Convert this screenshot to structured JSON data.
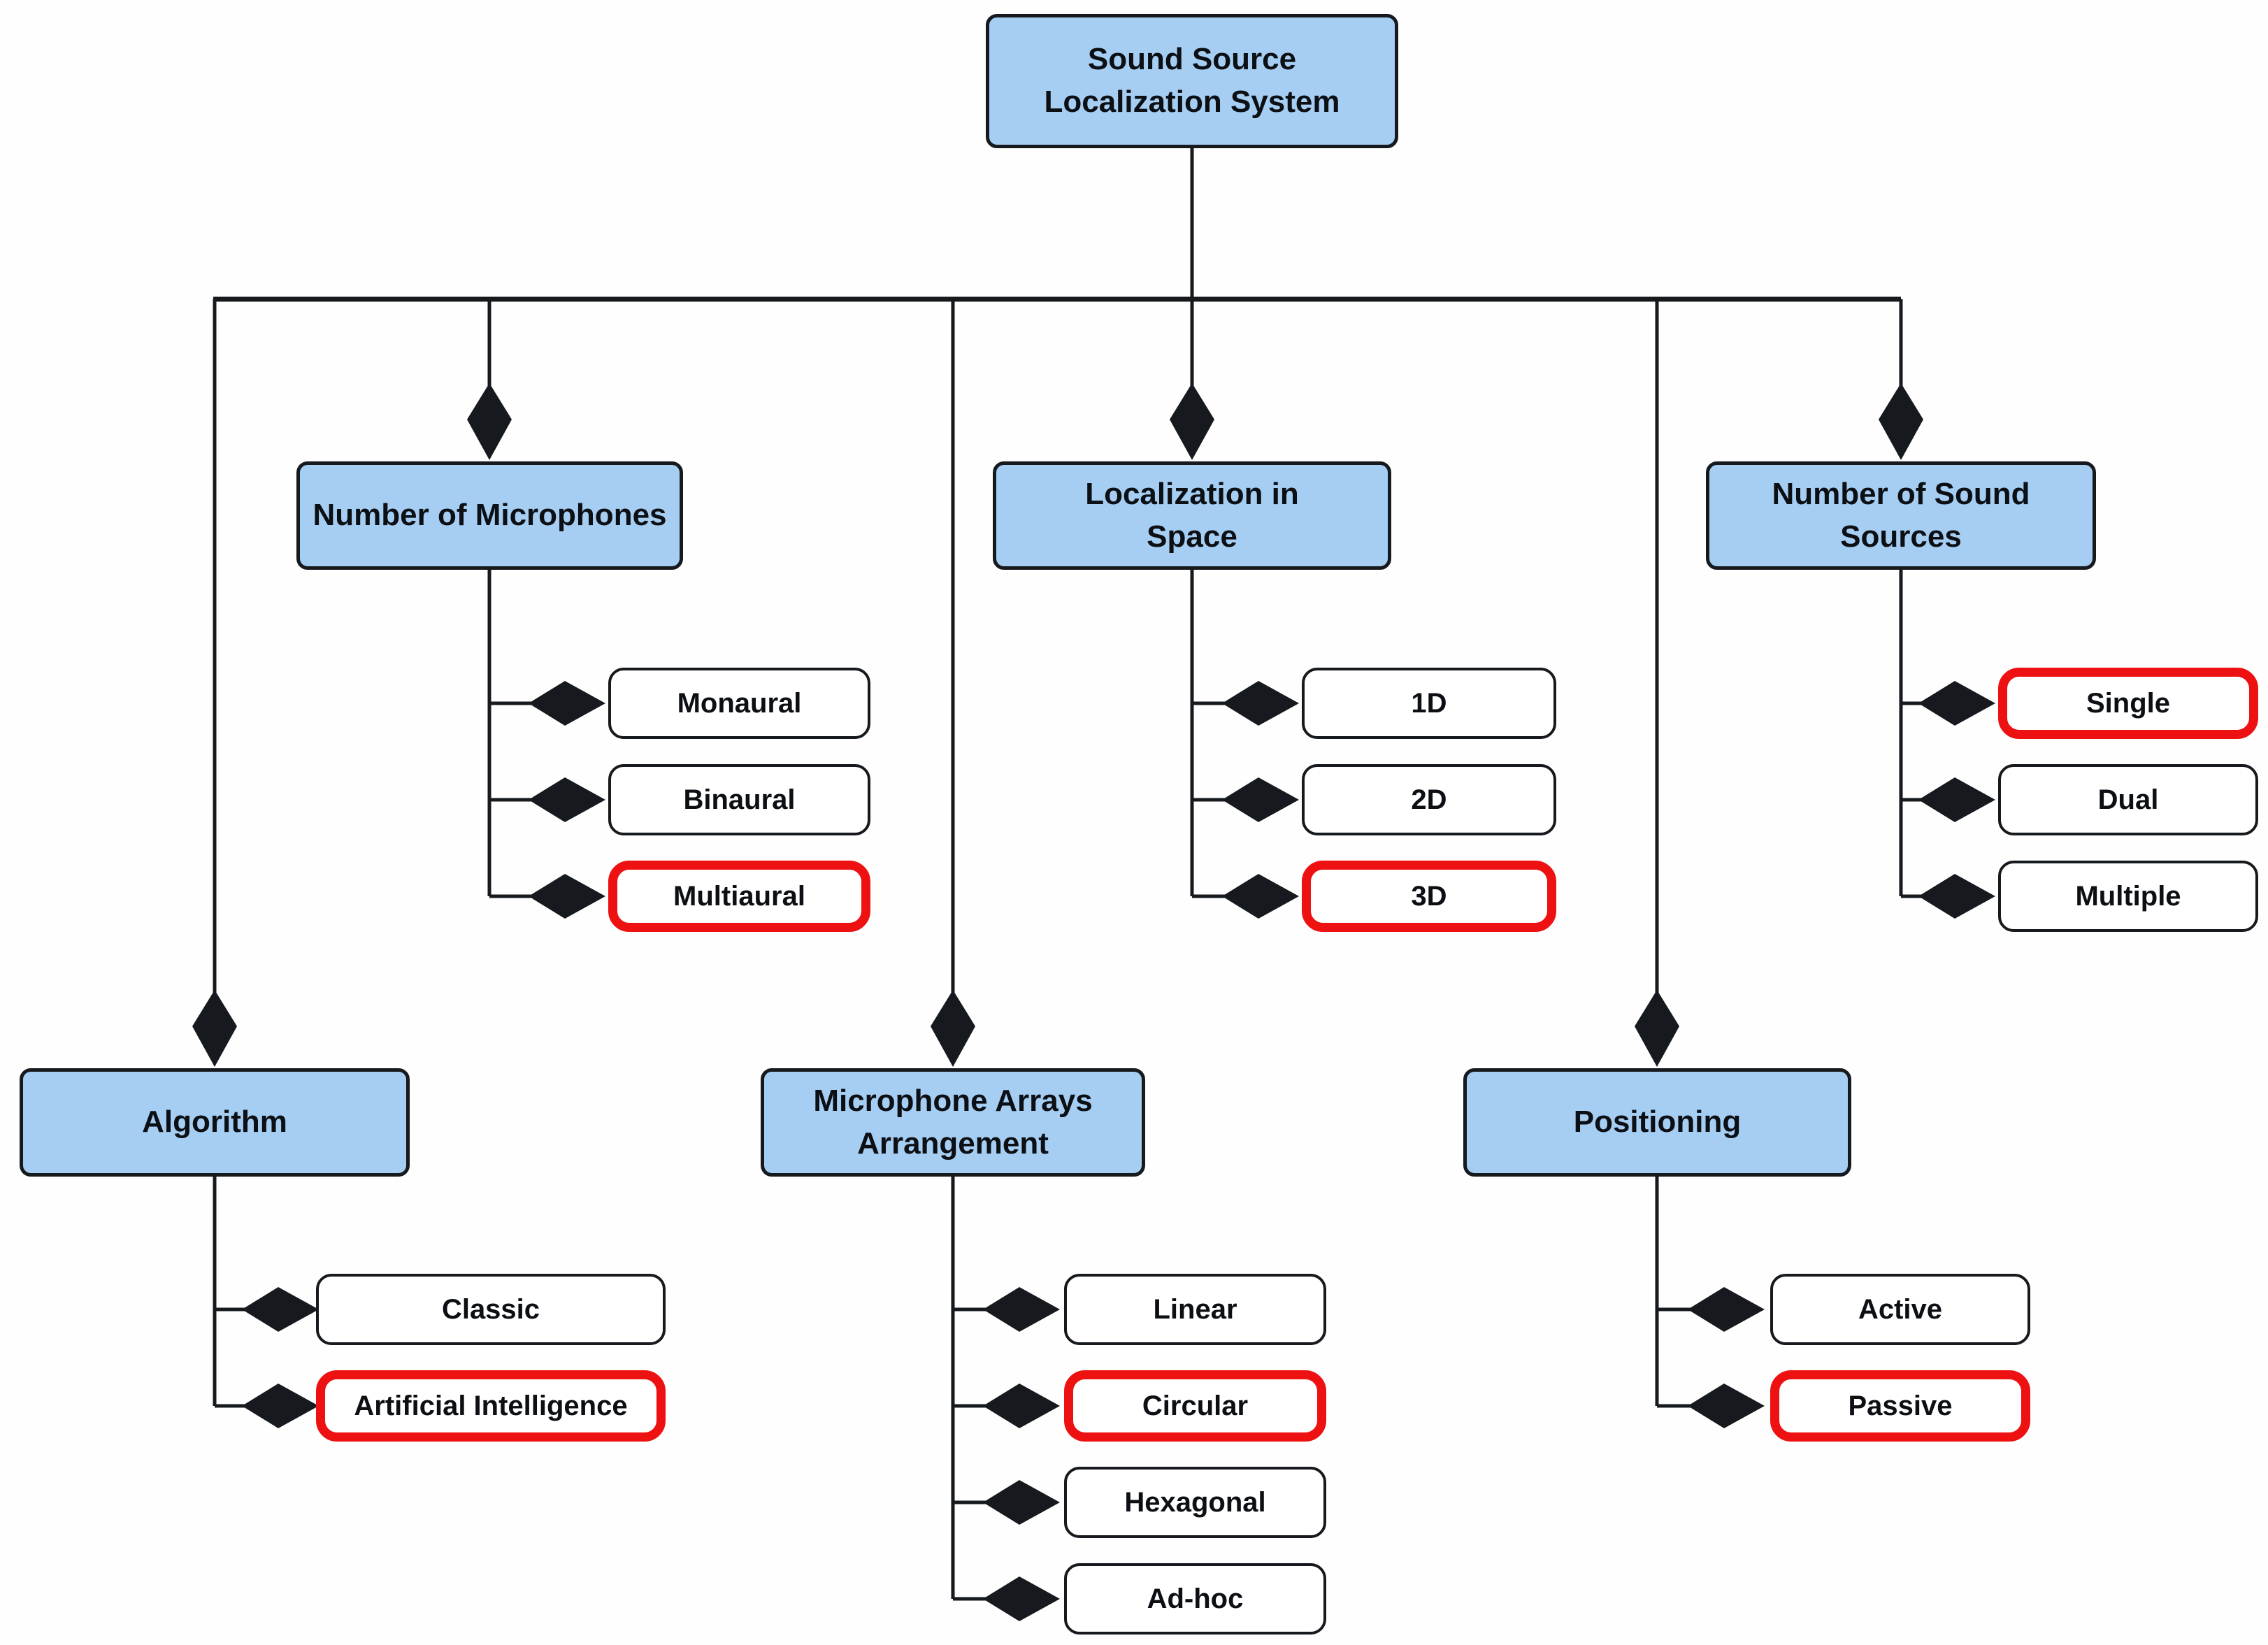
{
  "diagram": {
    "title": "Sound Source Localization System taxonomy",
    "colors": {
      "category_fill": "#a6cef3",
      "line_and_border": "#16191d",
      "highlight_border": "#ee1111",
      "leaf_fill": "#ffffff",
      "background": "#fefefe"
    },
    "root": {
      "label": "Sound Source\nLocalization System"
    },
    "categories": [
      {
        "id": "number-of-microphones",
        "label": "Number of Microphones",
        "children": [
          {
            "label": "Monaural",
            "highlighted": false
          },
          {
            "label": "Binaural",
            "highlighted": false
          },
          {
            "label": "Multiaural",
            "highlighted": true
          }
        ]
      },
      {
        "id": "localization-in-space",
        "label": "Localization in\nSpace",
        "children": [
          {
            "label": "1D",
            "highlighted": false
          },
          {
            "label": "2D",
            "highlighted": false
          },
          {
            "label": "3D",
            "highlighted": true
          }
        ]
      },
      {
        "id": "number-of-sound-sources",
        "label": "Number of Sound\nSources",
        "children": [
          {
            "label": "Single",
            "highlighted": true
          },
          {
            "label": "Dual",
            "highlighted": false
          },
          {
            "label": "Multiple",
            "highlighted": false
          }
        ]
      },
      {
        "id": "algorithm",
        "label": "Algorithm",
        "children": [
          {
            "label": "Classic",
            "highlighted": false
          },
          {
            "label": "Artificial Intelligence",
            "highlighted": true
          }
        ]
      },
      {
        "id": "microphone-arrays-arrangement",
        "label": "Microphone Arrays\nArrangement",
        "children": [
          {
            "label": "Linear",
            "highlighted": false
          },
          {
            "label": "Circular",
            "highlighted": true
          },
          {
            "label": "Hexagonal",
            "highlighted": false
          },
          {
            "label": "Ad-hoc",
            "highlighted": false
          }
        ]
      },
      {
        "id": "positioning",
        "label": "Positioning",
        "children": [
          {
            "label": "Active",
            "highlighted": false
          },
          {
            "label": "Passive",
            "highlighted": true
          }
        ]
      }
    ]
  }
}
